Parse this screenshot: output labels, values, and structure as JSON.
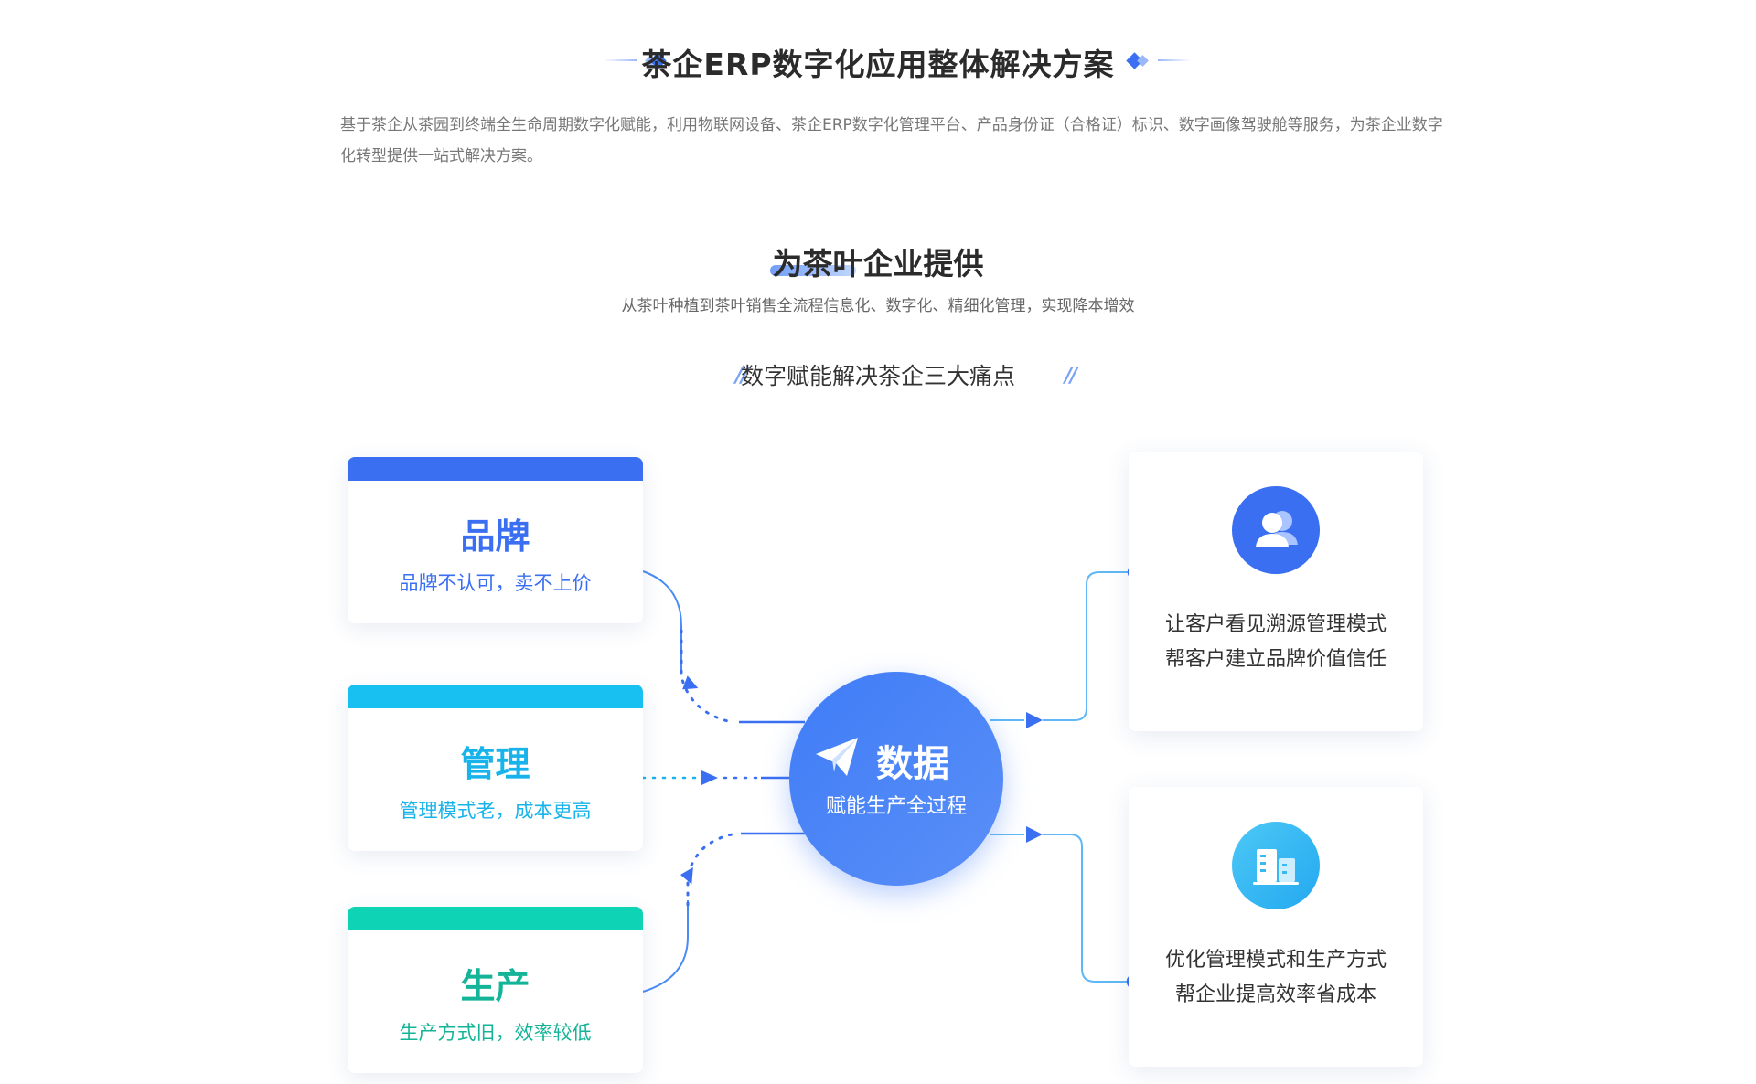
{
  "header": {
    "title": "茶企ERP数字化应用整体解决方案",
    "intro": "基于茶企从茶园到终端全生命周期数字化赋能，利用物联网设备、茶企ERP数字化管理平台、产品身份证（合格证）标识、数字画像驾驶舱等服务，为茶企业数字化转型提供一站式解决方案。"
  },
  "section": {
    "title": "为茶叶企业提供",
    "subtitle": "从茶叶种植到茶叶销售全流程信息化、数字化、精细化管理，实现降本增效",
    "pain_title": "数字赋能解决茶企三大痛点",
    "quote_mark": "//"
  },
  "pain_points": [
    {
      "title": "品牌",
      "desc": "品牌不认可，卖不上价",
      "color": "#3a6ff2"
    },
    {
      "title": "管理",
      "desc": "管理模式老，成本更高",
      "color": "#17b3ea"
    },
    {
      "title": "生产",
      "desc": "生产方式旧，效率较低",
      "color": "#13b497"
    }
  ],
  "center": {
    "title": "数据",
    "subtitle": "赋能生产全过程",
    "icon": "paper-plane-icon"
  },
  "outcomes": [
    {
      "icon": "users-icon",
      "line1": "让客户看见溯源管理模式",
      "line2": "帮客户建立品牌价值信任"
    },
    {
      "icon": "building-icon",
      "line1": "优化管理模式和生产方式",
      "line2": "帮企业提高效率省成本"
    }
  ],
  "colors": {
    "primary": "#3a6ff2",
    "cyan": "#17b3ea",
    "green": "#0ed3b4",
    "title_text": "#2b2b2b"
  }
}
